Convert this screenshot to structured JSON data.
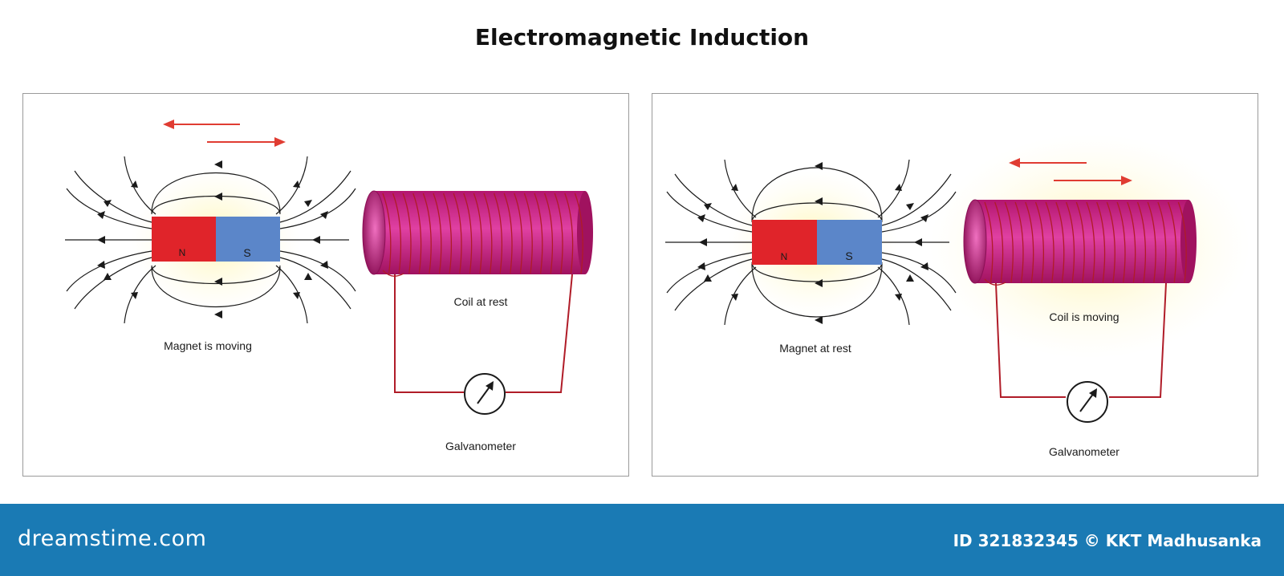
{
  "title": "Electromagnetic Induction",
  "left_panel": {
    "north_label": "N",
    "south_label": "S",
    "magnet_label": "Magnet is moving",
    "coil_label": "Coil at rest",
    "galvanometer_label": "Galvanometer"
  },
  "right_panel": {
    "north_label": "N",
    "south_label": "S",
    "magnet_label": "Magnet at rest",
    "coil_label": "Coil is moving",
    "galvanometer_label": "Galvanometer"
  },
  "footer": {
    "brand": "dreamstime.com",
    "credit": "ID 321832345 © KKT Madhusanka"
  },
  "colors": {
    "north": "#e0242a",
    "south": "#5b86c9",
    "coil": "#c2187a",
    "wire": "#b01c28",
    "arrow": "#e03c32",
    "footer": "#1a7ab4"
  }
}
